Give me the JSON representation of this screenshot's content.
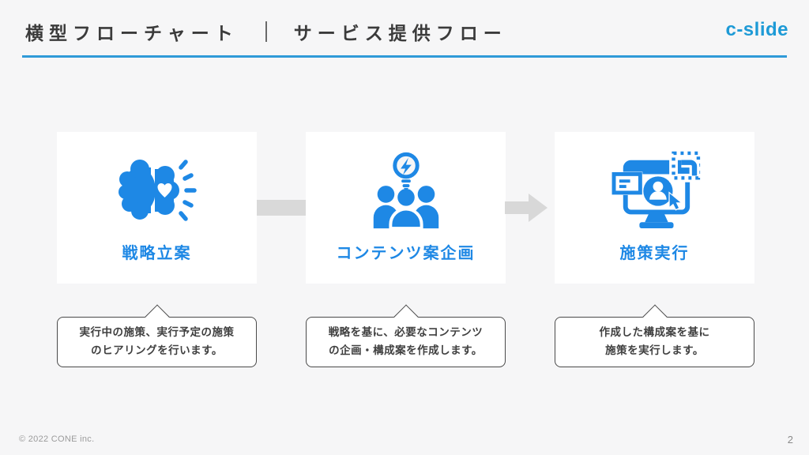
{
  "header": {
    "title_left": "横型フローチャート",
    "title_right": "サービス提供フロー",
    "logo": "c-slide"
  },
  "flow": {
    "steps": [
      {
        "label": "戦略立案",
        "icon": "brain-heart-icon",
        "desc": [
          "実行中の施策、実行予定の施策",
          "のヒアリングを行います。"
        ]
      },
      {
        "label": "コンテンツ案企画",
        "icon": "team-idea-icon",
        "desc": [
          "戦略を基に、必要なコンテンツ",
          "の企画・構成案を作成します。"
        ]
      },
      {
        "label": "施策実行",
        "icon": "monitor-user-icon",
        "desc": [
          "作成した構成案を基に",
          "施策を実行します。"
        ]
      }
    ]
  },
  "footer": {
    "copyright": "© 2022 CONE inc.",
    "page_number": "2"
  },
  "colors": {
    "accent_blue": "#1e88e5",
    "logo_blue": "#1d9ad6",
    "underline_blue": "#2f9ad8",
    "connector_gray": "#d9d9d9",
    "background": "#f6f6f7",
    "text_dark": "#3b3b3b",
    "border_dark": "#4a4a4a"
  }
}
